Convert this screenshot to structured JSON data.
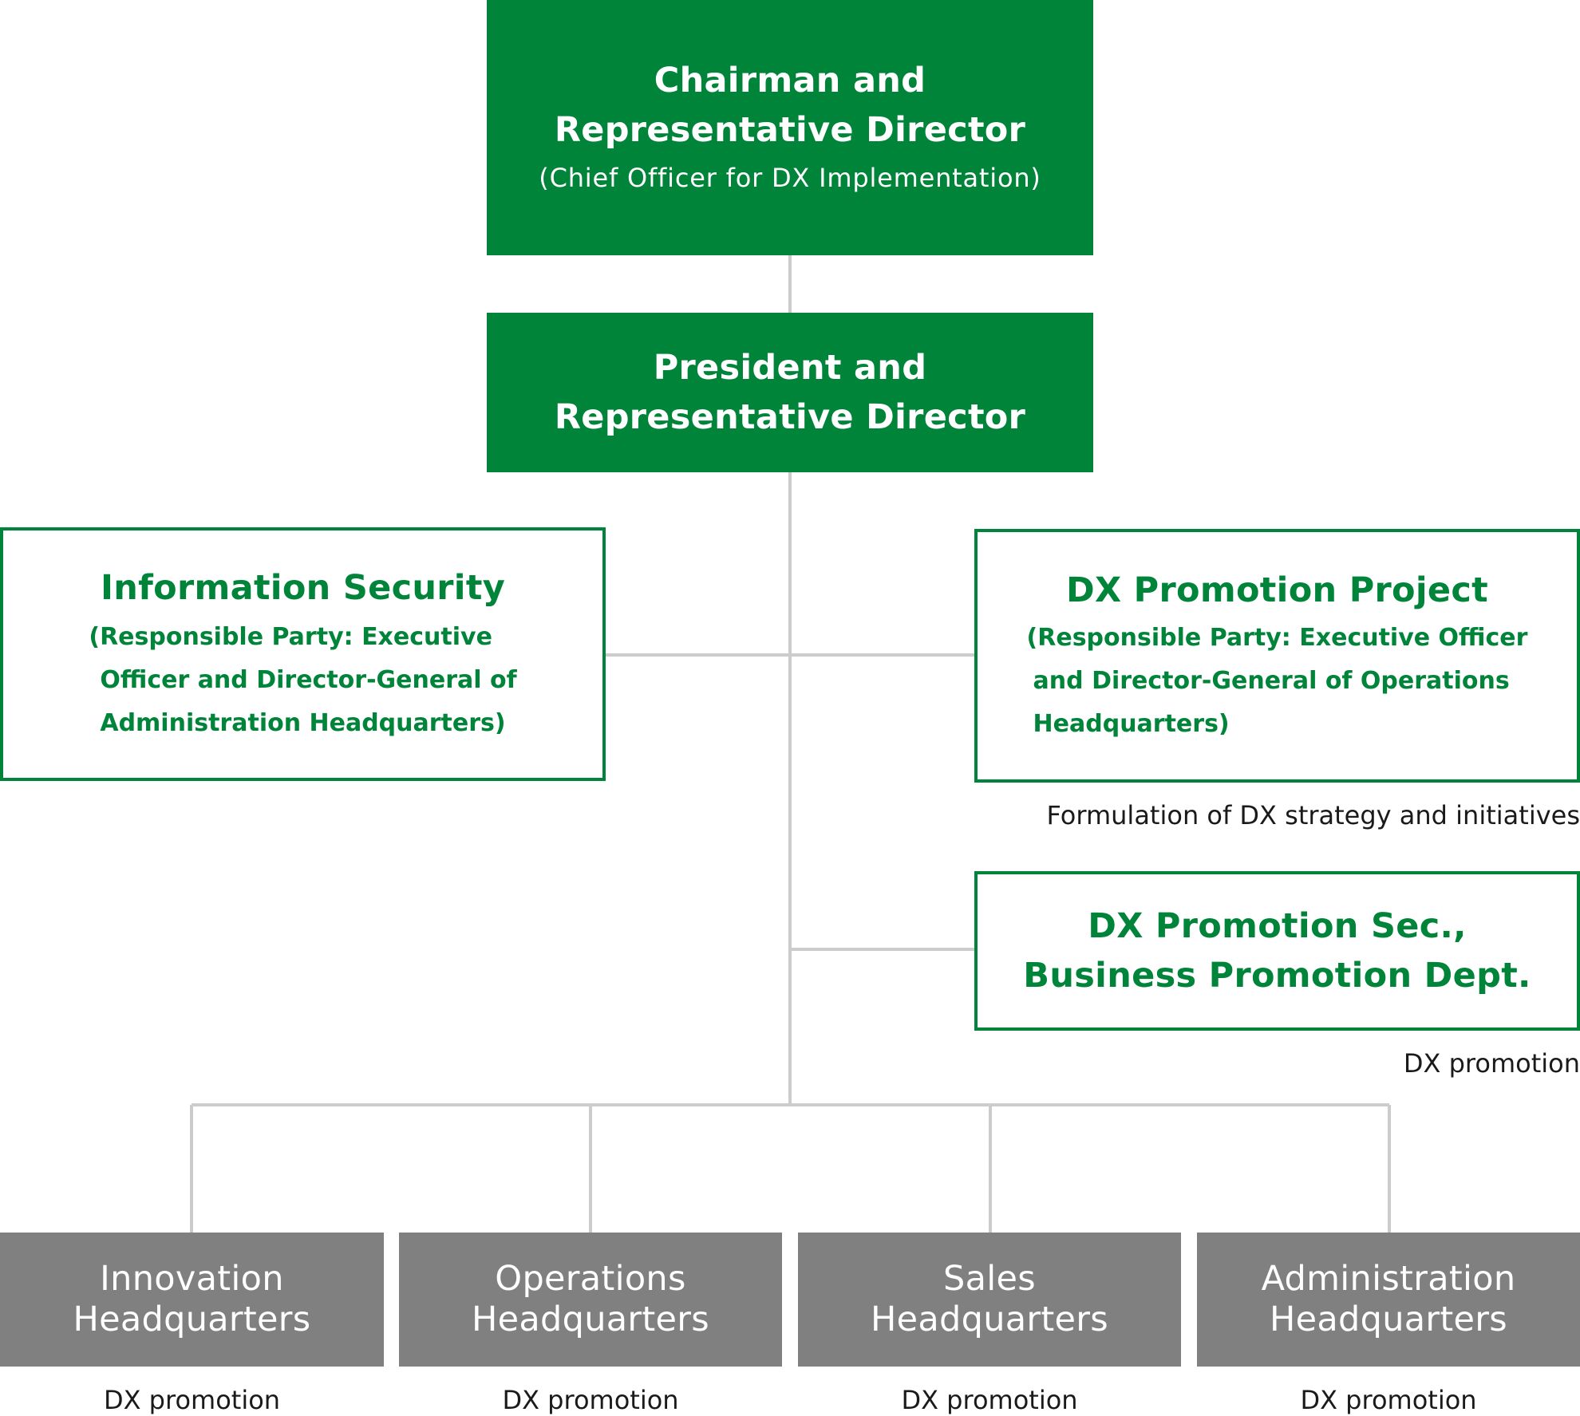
{
  "chairman": {
    "title_line1": "Chairman and",
    "title_line2": "Representative Director",
    "subtitle": "(Chief Officer for DX Implementation)"
  },
  "president": {
    "title_line1": "President and",
    "title_line2": "Representative Director"
  },
  "info_security": {
    "title": "Information Security",
    "note_line1": "(Responsible Party: Executive",
    "note_line2": "Officer and Director-General of",
    "note_line3": "Administration Headquarters)"
  },
  "dx_project": {
    "title": "DX Promotion Project",
    "note_line1": "(Responsible Party: Executive Officer",
    "note_line2": "and Director-General of Operations",
    "note_line3": "Headquarters)",
    "caption": "Formulation of DX strategy and initiatives"
  },
  "dx_section": {
    "title_line1": "DX Promotion Sec.,",
    "title_line2": "Business Promotion Dept.",
    "caption": "DX promotion"
  },
  "headquarters": [
    {
      "line1": "Innovation",
      "line2": "Headquarters",
      "caption": "DX promotion"
    },
    {
      "line1": "Operations",
      "line2": "Headquarters",
      "caption": "DX promotion"
    },
    {
      "line1": "Sales",
      "line2": "Headquarters",
      "caption": "DX promotion"
    },
    {
      "line1": "Administration",
      "line2": "Headquarters",
      "caption": "DX promotion"
    }
  ],
  "colors": {
    "green": "#00843A",
    "grey_box": "#808080",
    "connector": "#CCCCCC"
  }
}
